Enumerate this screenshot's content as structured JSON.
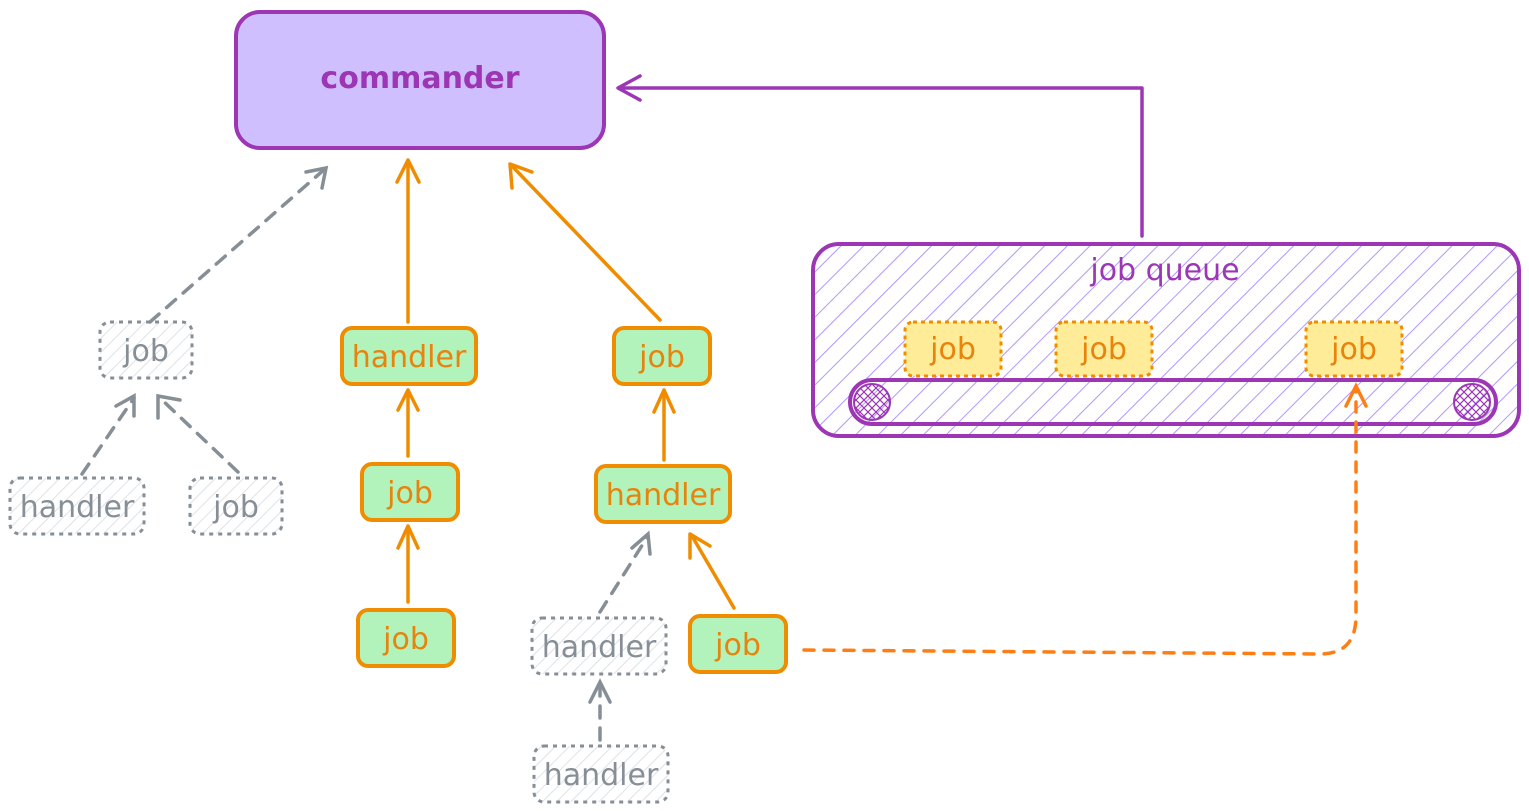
{
  "commander": {
    "label": "commander"
  },
  "queue": {
    "label": "job queue",
    "items": [
      {
        "label": "job"
      },
      {
        "label": "job"
      },
      {
        "label": "job"
      }
    ]
  },
  "nodes": {
    "left_job": "job",
    "left_handler": "handler",
    "left_job2": "job",
    "mid_handler": "handler",
    "mid_job": "job",
    "mid_job2": "job",
    "right_job": "job",
    "right_handler": "handler",
    "right_handler_dashed": "handler",
    "right_job_bottom": "job",
    "right_handler_bottom": "handler"
  },
  "colors": {
    "purple": "#9c36b5",
    "purple_fill": "#d0bfff",
    "orange": "#f08c00",
    "green_fill": "#b2f2bb",
    "yellow_fill": "#ffec99",
    "grey": "#868e96",
    "dashed_orange": "#fd7e14"
  }
}
